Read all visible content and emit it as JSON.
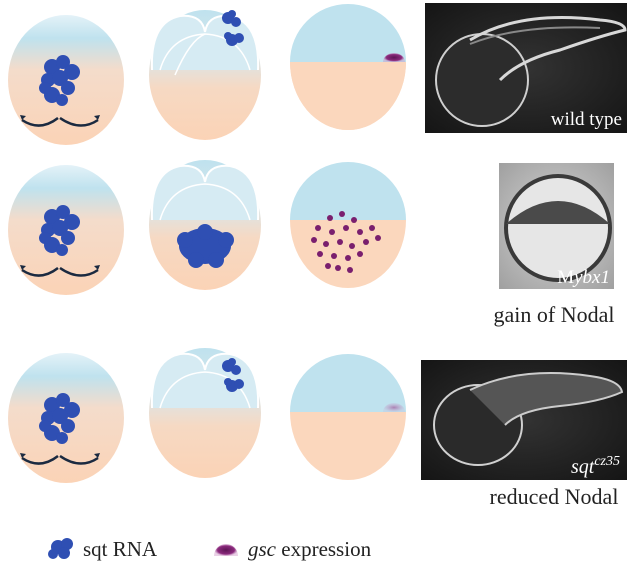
{
  "rows": [
    {
      "photo_label": "wild type",
      "caption": ""
    },
    {
      "photo_label_prefix": "M",
      "photo_label_italic": "ybx1",
      "caption": "gain of Nodal"
    },
    {
      "photo_label_italic": "sqt",
      "photo_label_sup": "cz35",
      "caption": "reduced Nodal"
    }
  ],
  "legend": {
    "sqt_label": "sqt RNA",
    "gsc_italic": "gsc",
    "gsc_rest": " expression"
  },
  "colors": {
    "animal": "#bfe2ee",
    "vegetal": "#fbd7bd",
    "sqt_rna": "#2f4fb3",
    "gsc": "#7a1f6e",
    "arrow": "#1b2a40"
  }
}
